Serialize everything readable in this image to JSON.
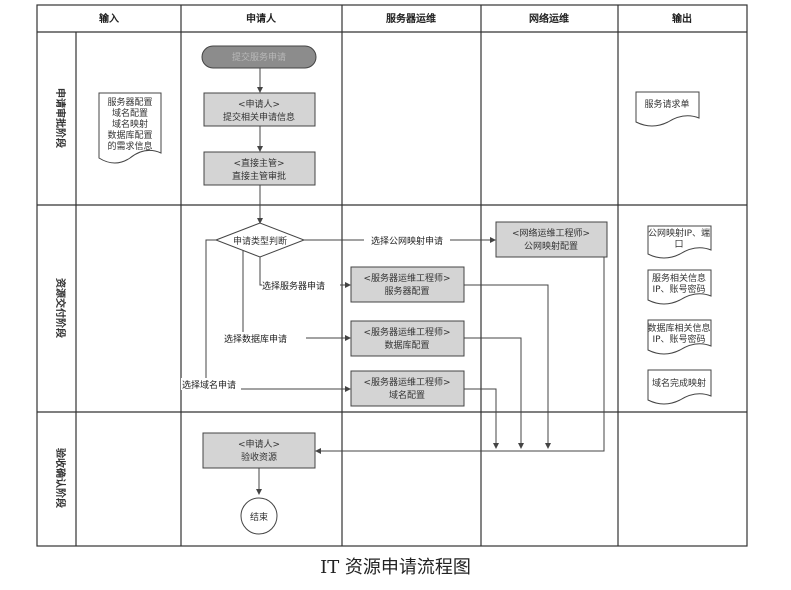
{
  "lanes": [
    "输入",
    "申请人",
    "服务器运维",
    "网络运维",
    "输出"
  ],
  "phases": [
    "申请审批阶段",
    "资源交付阶段",
    "验收确认阶段"
  ],
  "nodes": {
    "start": "提交服务申请",
    "submit_role": "<申请人>",
    "submit_task": "提交相关申请信息",
    "approve_role": "<直接主管>",
    "approve_task": "直接主管审批",
    "decision": "申请类型判断",
    "net_role": "<网络运维工程师>",
    "net_task": "公网映射配置",
    "srv_role": "<服务器运维工程师>",
    "srv_task": "服务器配置",
    "db_role": "<服务器运维工程师>",
    "db_task": "数据库配置",
    "dns_role": "<服务器运维工程师>",
    "dns_task": "域名配置",
    "accept_role": "<申请人>",
    "accept_task": "验收资源",
    "end": "结束"
  },
  "branches": {
    "public": "选择公网映射申请",
    "server": "选择服务器申请",
    "database": "选择数据库申请",
    "domain": "选择域名申请"
  },
  "inputs": {
    "requirement_doc": [
      "服务器配置",
      "域名配置",
      "域名映射",
      "数据库配置",
      "的需求信息"
    ]
  },
  "outputs": {
    "request_form": [
      "服务请求单"
    ],
    "public_ip": [
      "公网映射IP、端",
      "口"
    ],
    "server_info": [
      "服务相关信息",
      "IP、账号密码"
    ],
    "db_info": [
      "数据库相关信息",
      "IP、账号密码"
    ],
    "domain_done": [
      "域名完成映射"
    ]
  },
  "caption": "IT 资源申请流程图",
  "colors": {
    "task_fill": "#d4d4d4",
    "start_fill": "#8c8c8c",
    "line": "#444444",
    "grid": "#333333"
  }
}
